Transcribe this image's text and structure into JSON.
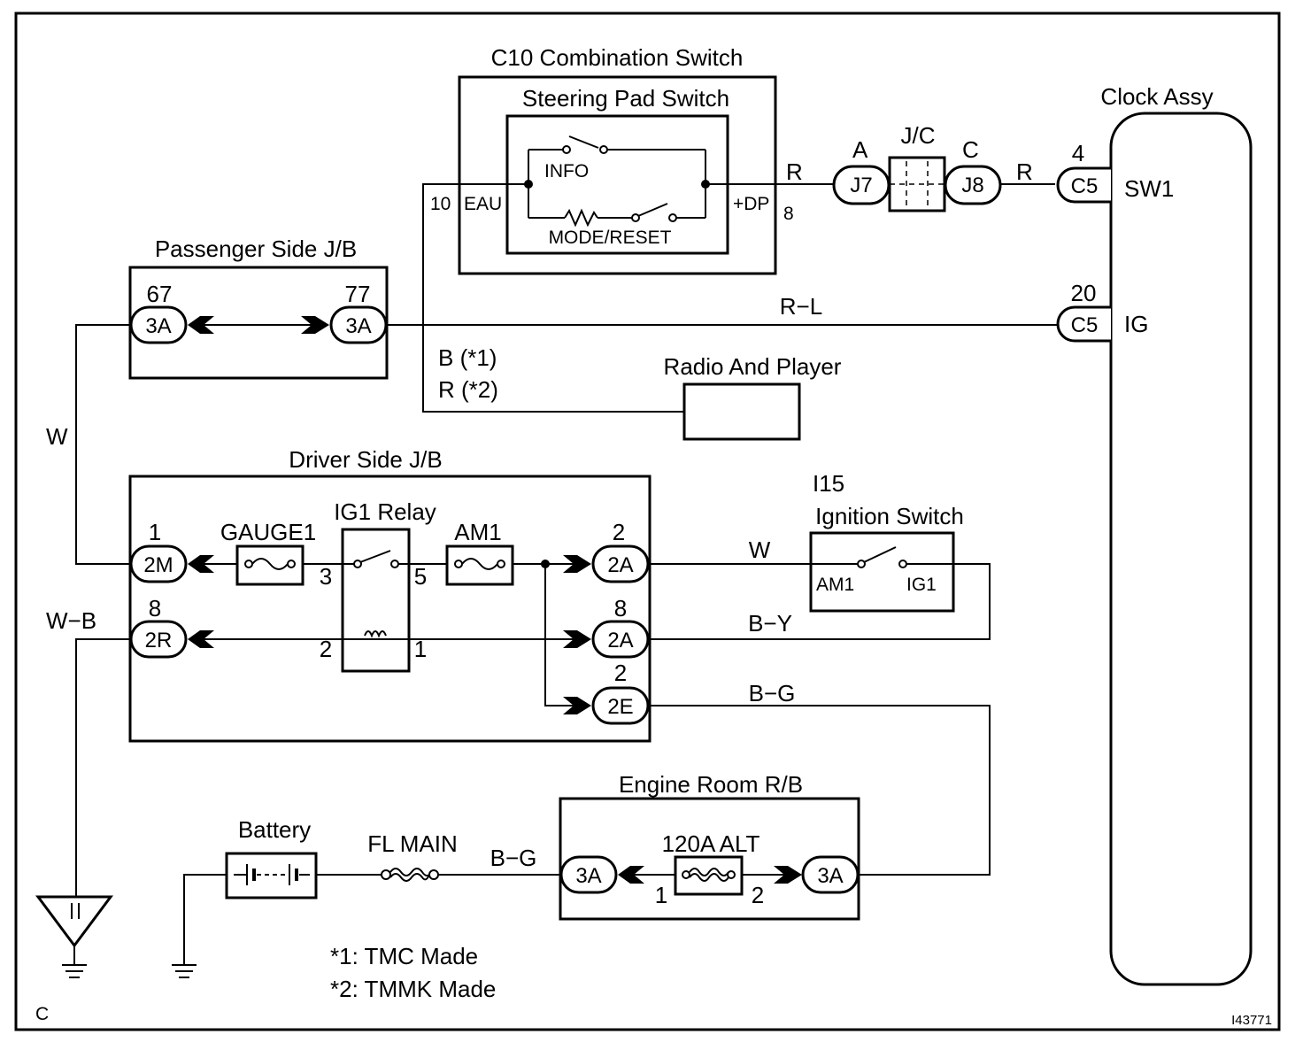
{
  "frame_corner_mark": "C",
  "figure_id": "I43771",
  "combination_switch": {
    "title": "C10 Combination Switch",
    "inner_title": "Steering Pad Switch",
    "info_label": "INFO",
    "mode_label": "MODE/RESET",
    "eau_pin": "10",
    "eau_label": "EAU",
    "dp_label": "+DP",
    "dp_pin": "8"
  },
  "junction": {
    "title": "J/C",
    "left_letter": "A",
    "right_letter": "C",
    "left_conn": "J7",
    "right_conn": "J8"
  },
  "clock": {
    "title": "Clock Assy",
    "sw1_pin": "4",
    "sw1_conn": "C5",
    "sw1_label": "SW1",
    "ig_pin": "20",
    "ig_conn": "C5",
    "ig_label": "IG"
  },
  "passenger_jb": {
    "title": "Passenger Side J/B",
    "left_pin": "67",
    "left_conn": "3A",
    "right_pin": "77",
    "right_conn": "3A"
  },
  "radio": {
    "title": "Radio And Player",
    "wire_b": "B (*1)",
    "wire_r": "R (*2)"
  },
  "driver_jb": {
    "title": "Driver Side J/B",
    "relay_title": "IG1 Relay",
    "gauge_fuse": "GAUGE1",
    "am1_fuse": "AM1",
    "c2m_pin": "1",
    "c2m_conn": "2M",
    "c2r_pin": "8",
    "c2r_conn": "2R",
    "c2a_top_pin": "2",
    "c2a_top_conn": "2A",
    "c2a_mid_pin": "8",
    "c2a_mid_conn": "2A",
    "c2e_pin": "2",
    "c2e_conn": "2E",
    "relay_pin_3": "3",
    "relay_pin_5": "5",
    "relay_pin_2": "2",
    "relay_pin_1": "1"
  },
  "ignition": {
    "code": "I15",
    "title": "Ignition Switch",
    "am1_label": "AM1",
    "ig1_label": "IG1"
  },
  "engine_rb": {
    "title": "Engine Room R/B",
    "fuse_label": "120A ALT",
    "left_conn": "3A",
    "right_conn": "3A",
    "pin_left": "1",
    "pin_right": "2"
  },
  "battery": {
    "title": "Battery"
  },
  "fl_main": {
    "title": "FL MAIN"
  },
  "wires": {
    "r_1": "R",
    "r_2": "R",
    "rl": "R−L",
    "w_left": "W",
    "w_ign": "W",
    "wb": "W−B",
    "by": "B−Y",
    "bg_top": "B−G",
    "bg_batt": "B−G"
  },
  "notes": {
    "note1": "*1: TMC Made",
    "note2": "*2: TMMK Made"
  }
}
